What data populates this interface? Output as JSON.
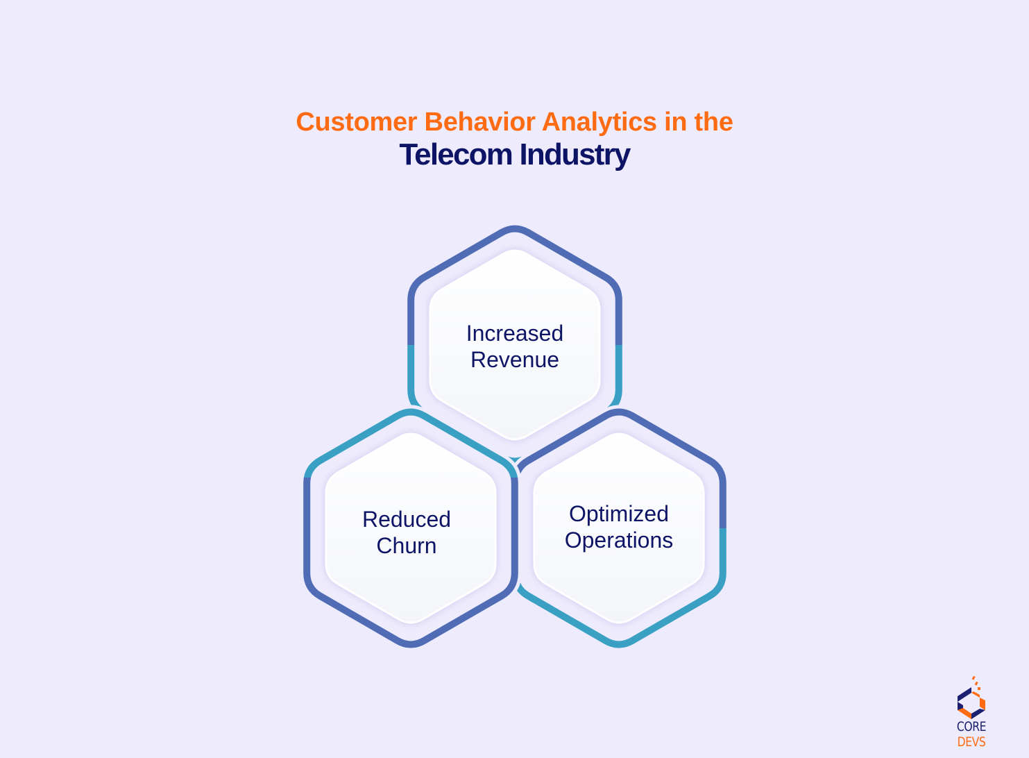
{
  "title": {
    "line1": "Customer Behavior Analytics in the",
    "line2": "Telecom Industry"
  },
  "colors": {
    "background": "#edebfc",
    "accent_orange": "#ff6b12",
    "navy_text": "#0d1466",
    "stroke_blue": "#4f6cb4",
    "stroke_teal": "#3aa0c3"
  },
  "hexagons": [
    {
      "id": "top",
      "label_line1": "Increased",
      "label_line2": "Revenue"
    },
    {
      "id": "bottom-left",
      "label_line1": "Reduced",
      "label_line2": "Churn"
    },
    {
      "id": "bottom-right",
      "label_line1": "Optimized",
      "label_line2": "Operations"
    }
  ],
  "logo": {
    "word1": "CORE",
    "word2": "DEVS"
  }
}
